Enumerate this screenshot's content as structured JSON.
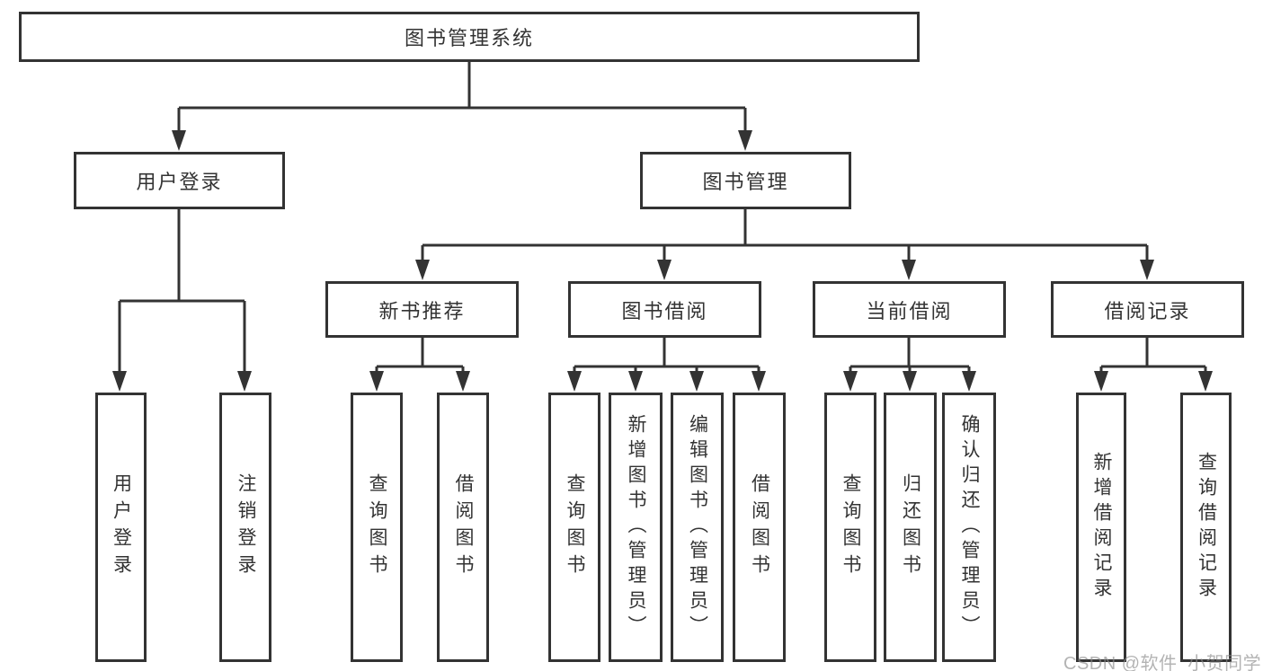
{
  "diagram": {
    "colors": {
      "line": "#333333",
      "box_border": "#333333",
      "text": "#333333",
      "box_background": "#ffffff",
      "watermark": "#b4b4b4"
    },
    "root": {
      "label": "图书管理系统"
    },
    "user": {
      "label": "用户登录",
      "children": [
        {
          "label": "用户登录"
        },
        {
          "label": "注销登录"
        }
      ]
    },
    "mgmt": {
      "label": "图书管理",
      "groups": [
        {
          "label": "新书推荐",
          "children": [
            {
              "label": "查询图书"
            },
            {
              "label": "借阅图书"
            }
          ]
        },
        {
          "label": "图书借阅",
          "children": [
            {
              "label": "查询图书"
            },
            {
              "label": "新增图书（管理员）"
            },
            {
              "label": "编辑图书（管理员）"
            },
            {
              "label": "借阅图书"
            }
          ]
        },
        {
          "label": "当前借阅",
          "children": [
            {
              "label": "查询图书"
            },
            {
              "label": "归还图书"
            },
            {
              "label": "确认归还（管理员）"
            }
          ]
        },
        {
          "label": "借阅记录",
          "children": [
            {
              "label": "新增借阅记录"
            },
            {
              "label": "查询借阅记录"
            }
          ]
        }
      ]
    },
    "watermark": "CSDN @软件_小贺同学"
  }
}
